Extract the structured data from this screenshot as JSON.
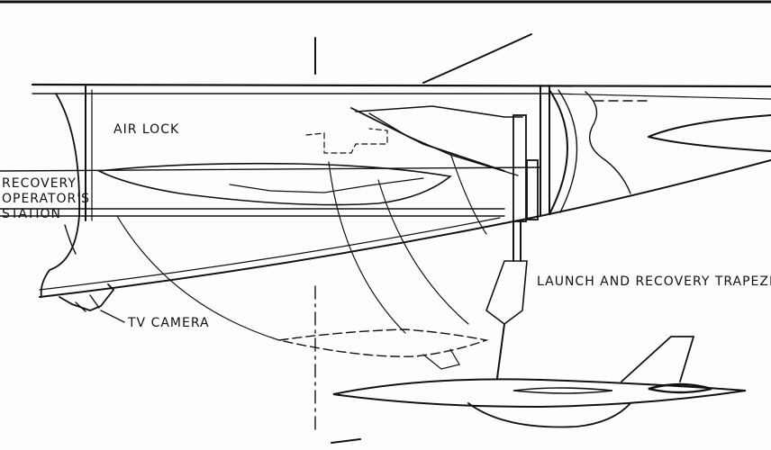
{
  "labels": {
    "air_lock": "AIR LOCK",
    "recovery_station_line1": "RECOVERY",
    "recovery_station_line2": "OPERATOR'S",
    "recovery_station_line3": "STATION",
    "tv_camera": "TV CAMERA",
    "trapeze": "LAUNCH AND RECOVERY TRAPEZE"
  },
  "colors": {
    "ink": "#111111",
    "paper": "#fdfdfd"
  }
}
